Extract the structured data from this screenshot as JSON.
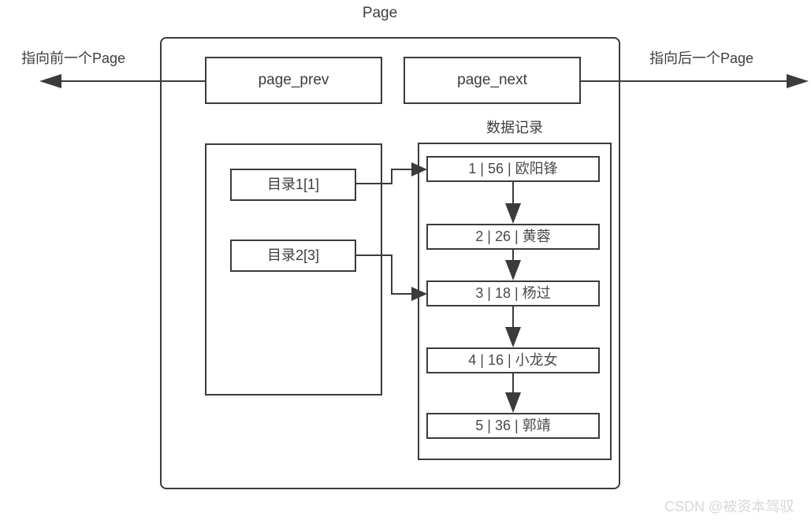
{
  "title": "Page",
  "pointers": {
    "prev_label": "指向前一个Page",
    "next_label": "指向后一个Page"
  },
  "page_fields": {
    "prev": "page_prev",
    "next": "page_next"
  },
  "records_section": {
    "heading": "数据记录"
  },
  "directory": [
    {
      "label": "目录1[1]",
      "points_to_record_index": 0
    },
    {
      "label": "目录2[3]",
      "points_to_record_index": 2
    }
  ],
  "records": [
    {
      "id": "1",
      "value": "56",
      "name": "欧阳锋",
      "text": "1 | 56 | 欧阳锋"
    },
    {
      "id": "2",
      "value": "26",
      "name": "黄蓉",
      "text": "2 | 26 | 黄蓉"
    },
    {
      "id": "3",
      "value": "18",
      "name": "杨过",
      "text": "3 | 18 | 杨过"
    },
    {
      "id": "4",
      "value": "16",
      "name": "小龙女",
      "text": "4 | 16 | 小龙女"
    },
    {
      "id": "5",
      "value": "36",
      "name": "郭靖",
      "text": "5 | 36 | 郭靖"
    }
  ],
  "watermark": "CSDN @被资本驾驭",
  "colors": {
    "line": "#3b3b3b",
    "text": "#3d3d3d",
    "record_text": "#4a4a4a",
    "watermark": "#d8d8d8",
    "background": "#ffffff"
  }
}
